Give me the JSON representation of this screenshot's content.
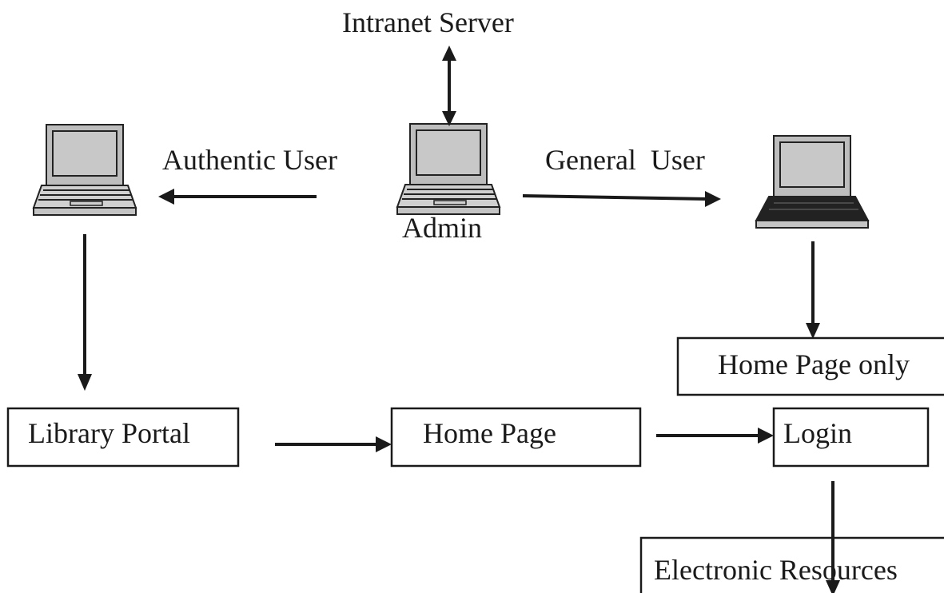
{
  "nodes": {
    "intranet_server": "Intranet Server",
    "admin": "Admin",
    "library_portal": "Library Portal",
    "home_page": "Home Page",
    "home_page_only": "Home Page only",
    "login": "Login",
    "electronic_resources": "Electronic Resources"
  },
  "edges": {
    "authentic_user": "Authentic User",
    "general_user": "General  User"
  },
  "icons": {
    "admin_terminal": "laptop-icon",
    "authentic_user_terminal": "laptop-icon",
    "general_user_terminal": "laptop-icon"
  }
}
